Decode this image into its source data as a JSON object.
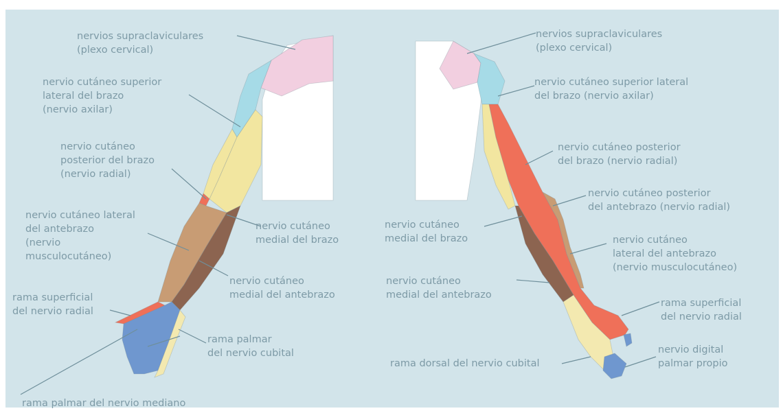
{
  "colors": {
    "background": "#d2e4ea",
    "label_text": "#7d9aa6",
    "supraclavicular": "#f2cfe0",
    "axillary": "#a6dbe7",
    "posterior_brachial": "#f2e6a0",
    "medial_brachial": "#f2e6a0",
    "radial": "#ef7059",
    "lateral_antebrachial": "#c89c74",
    "medial_antebrachial": "#8c6450",
    "median": "#6f97cf",
    "ulnar": "#f3e9b0",
    "trunk": "#ffffff"
  },
  "left_figure": {
    "supraclavicular": "nervios supraclaviculares\n(plexo cervical)",
    "axillary": "nervio cutáneo superior\nlateral del brazo\n(nervio axilar)",
    "posterior_brachial": "nervio cutáneo\nposterior del brazo\n(nervio radial)",
    "lateral_antebrachial": "nervio cutáneo lateral\ndel antebrazo\n(nervio\nmusculocutáneo)",
    "superficial_radial": "rama superficial\ndel nervio radial",
    "median_palmar": "rama palmar del nervio mediano",
    "medial_brachial": "nervio cutáneo\nmedial del brazo",
    "medial_antebrachial": "nervio cutáneo\nmedial del antebrazo",
    "ulnar_palmar": "rama palmar\ndel nervio cubital"
  },
  "right_figure": {
    "supraclavicular": "nervios supraclaviculares\n(plexo cervical)",
    "axillary": "nervio cutáneo superior lateral\ndel brazo (nervio axilar)",
    "posterior_brachial": "nervio cutáneo posterior\ndel brazo (nervio radial)",
    "posterior_antebrachial": "nervio cutáneo posterior\ndel antebrazo (nervio radial)",
    "medial_brachial": "nervio cutáneo\nmedial del brazo",
    "lateral_antebrachial": "nervio cutáneo\nlateral del antebrazo\n(nervio musculocutáneo)",
    "medial_antebrachial": "nervio cutáneo\nmedial del antebrazo",
    "superficial_radial": "rama superficial\ndel nervio radial",
    "dorsal_ulnar": "rama dorsal del nervio cubital",
    "digital_palmar": "nervio digital\npalmar propio"
  }
}
